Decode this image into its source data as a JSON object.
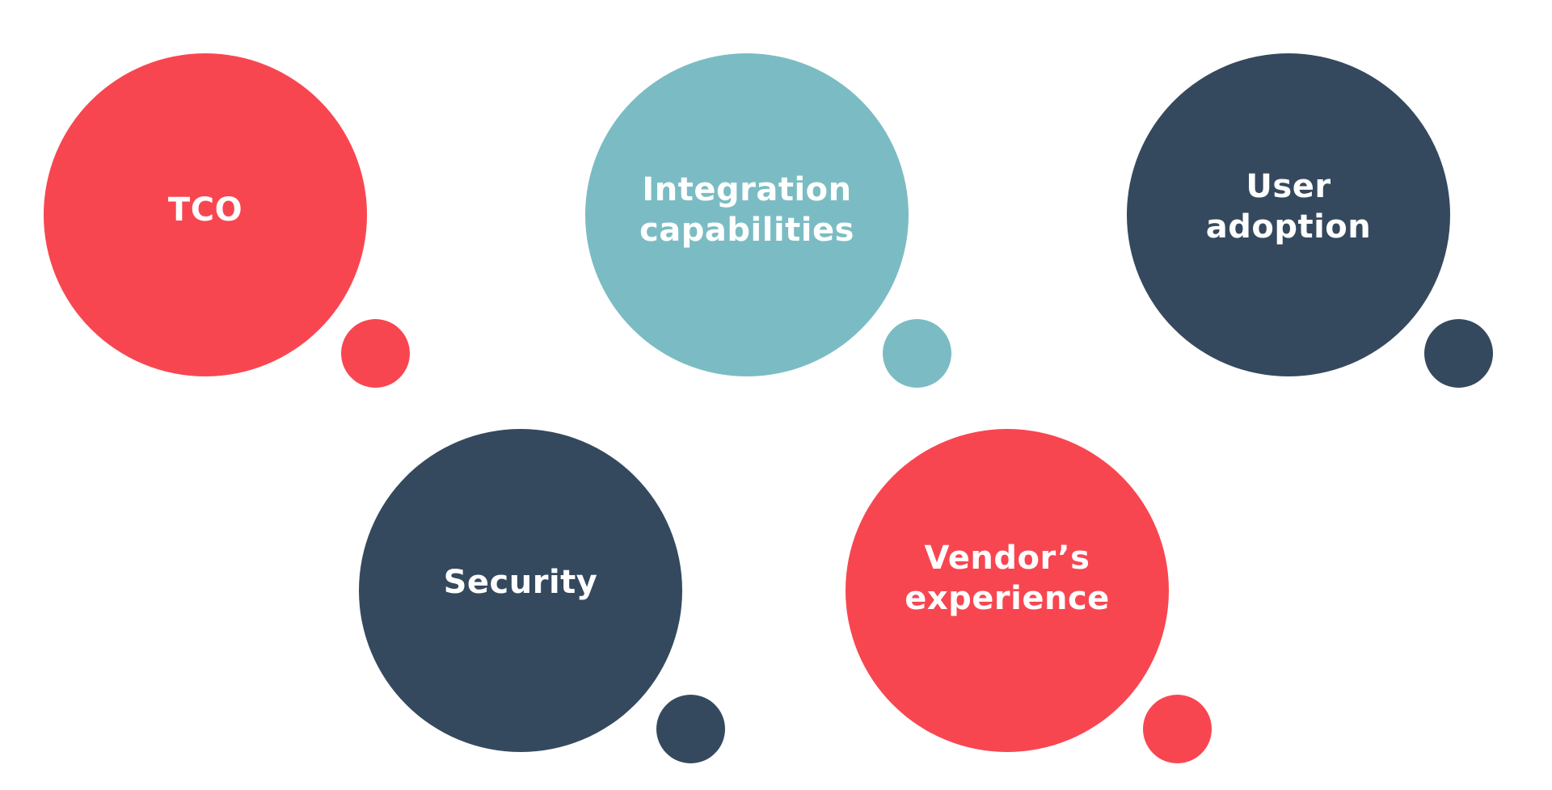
{
  "colors": {
    "background": "#ffffff",
    "red": "#f84651",
    "teal": "#7bbcc4",
    "navy": "#35495e",
    "label": "#ffffff"
  },
  "bubbles": [
    {
      "label": "TCO",
      "color": "#f84651"
    },
    {
      "label": "Integration\ncapabilities",
      "color": "#7bbcc4"
    },
    {
      "label": "User\nadoption",
      "color": "#35495e"
    },
    {
      "label": "Security",
      "color": "#35495e"
    },
    {
      "label": "Vendor’s\nexperience",
      "color": "#f84651"
    }
  ]
}
